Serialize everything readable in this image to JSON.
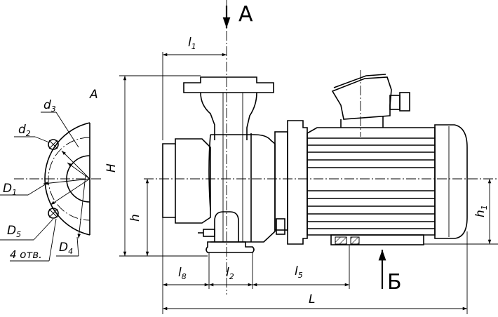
{
  "view_labels": {
    "a_top": "А",
    "a_side": "A",
    "b": "Б"
  },
  "dims": {
    "l1": {
      "base": "l",
      "sub": "1"
    },
    "l2": {
      "base": "l",
      "sub": "2"
    },
    "l5": {
      "base": "l",
      "sub": "5"
    },
    "l8": {
      "base": "l",
      "sub": "8"
    },
    "L": "L",
    "H": "H",
    "h": "h",
    "h1": {
      "base": "h",
      "sub": "1"
    },
    "d2": {
      "base": "d",
      "sub": "2"
    },
    "d3": {
      "base": "d",
      "sub": "3"
    },
    "D1": {
      "base": "D",
      "sub": "1"
    },
    "D4": {
      "base": "D",
      "sub": "4"
    },
    "D5": {
      "base": "D",
      "sub": "5"
    },
    "holes": "4 отв."
  }
}
